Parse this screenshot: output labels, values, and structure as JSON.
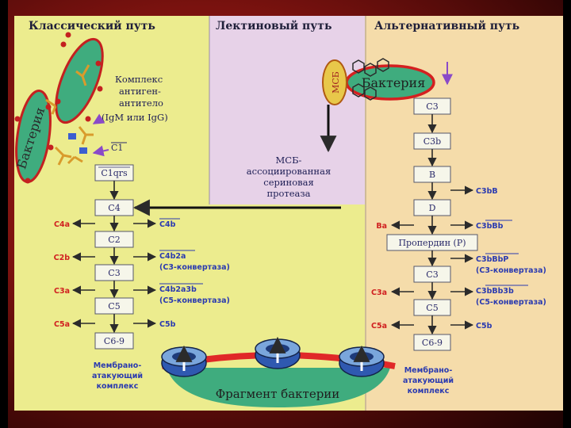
{
  "headers": {
    "classical": "Классический путь",
    "lectin": "Лектиновый путь",
    "alternative": "Альтернативный путь"
  },
  "classical": {
    "bacteria_label": "Бактерия",
    "complex_lines": [
      "Комплекс",
      "антиген-",
      "антитело",
      "(IgM или IgG)"
    ],
    "c1": "C1",
    "boxes": [
      "C1qrs",
      "C4",
      "C2",
      "C3",
      "C5",
      "C6-9"
    ],
    "left_labels": [
      "C4a",
      "C2b",
      "C3a",
      "C5a"
    ],
    "right_labels": [
      "C4b",
      "C4b2a",
      "(C3-конвертаза)",
      "C4b2a3b",
      "(C5-конвертаза)",
      "C5b"
    ],
    "mac_lines": [
      "Мембрано-",
      "атакующий",
      "комплекс"
    ]
  },
  "lectin": {
    "msb": "МСБ",
    "text_lines": [
      "МСБ-",
      "ассоциированная",
      "сериновая",
      "протеаза"
    ]
  },
  "alternative": {
    "bacteria_label": "Бактерия",
    "boxes": [
      "C3",
      "C3b",
      "B",
      "D",
      "Пропердин (P)",
      "C3",
      "C5",
      "C6-9"
    ],
    "right_labels": [
      "C3bB",
      "C3bBb",
      "C3bBbP",
      "(C3-конвертаза)",
      "C3bBb3b",
      "(C5-конвертаза)",
      "C5b"
    ],
    "left_labels": [
      "Ba",
      "C3a",
      "C5a"
    ],
    "mac_lines": [
      "Мембрано-",
      "атакующий",
      "комплекс"
    ]
  },
  "fragment": {
    "label": "Фрагмент бактерии"
  },
  "colors": {
    "yellow_panel": "#ecec8e",
    "lilac_panel": "#e7d2e8",
    "peach_panel": "#f5dcaa",
    "bacteria_green": "#3fac7e",
    "red_label": "#d02020",
    "blue_label": "#2a3ab0"
  }
}
